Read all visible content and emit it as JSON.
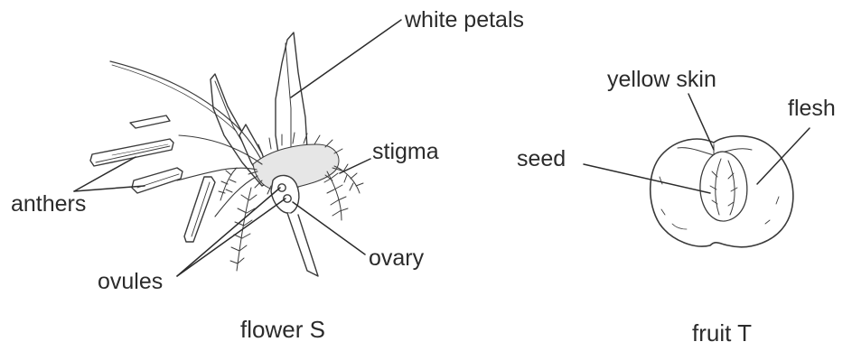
{
  "flower": {
    "caption": "flower S",
    "labels": {
      "white_petals": "white petals",
      "stigma": "stigma",
      "anthers": "anthers",
      "ovary": "ovary",
      "ovules": "ovules"
    }
  },
  "fruit": {
    "caption": "fruit T",
    "labels": {
      "yellow_skin": "yellow skin",
      "flesh": "flesh",
      "seed": "seed"
    }
  }
}
